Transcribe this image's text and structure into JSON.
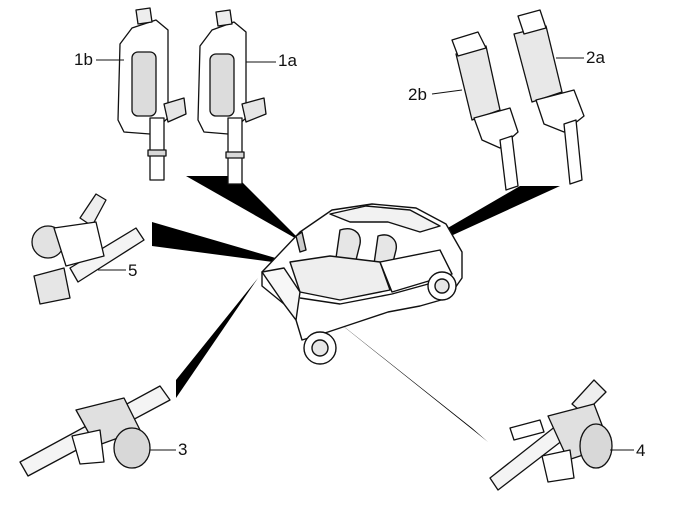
{
  "labels": {
    "l1b": "1b",
    "l1a": "1a",
    "l2b": "2b",
    "l2a": "2a",
    "l5": "5",
    "l3": "3",
    "l4": "4"
  },
  "colors": {
    "line": "#111111",
    "fill_light": "#ffffff",
    "fill_shade": "#d8d8d8",
    "pointer": "#000000"
  }
}
